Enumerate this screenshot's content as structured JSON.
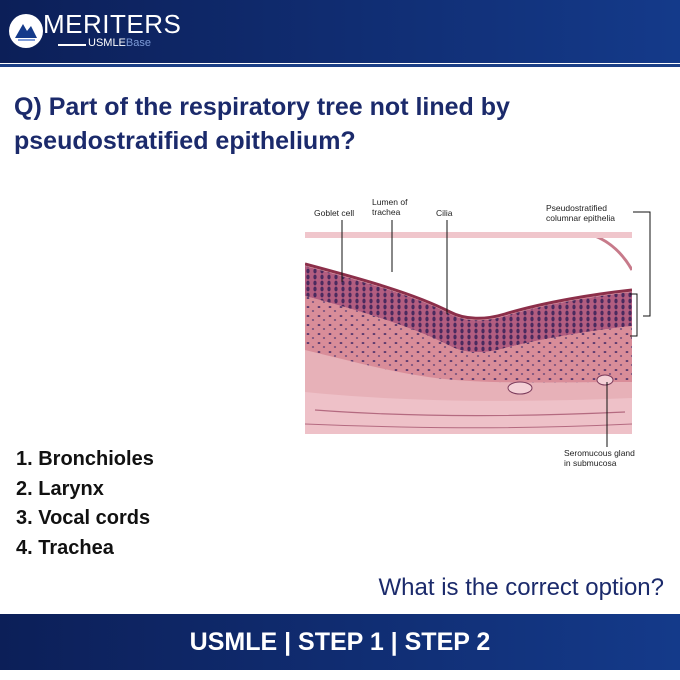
{
  "header": {
    "brand": "MERITERS",
    "sub_brand_main": "USMLE",
    "sub_brand_accent": "Base"
  },
  "question": {
    "text": "Q) Part of the respiratory tree not lined by pseudostratified epithelium?"
  },
  "figure": {
    "labels": {
      "goblet_cell": "Goblet cell",
      "lumen_line1": "Lumen of",
      "lumen_line2": "trachea",
      "cilia": "Cilia",
      "pseudo_line1": "Pseudostratified",
      "pseudo_line2": "columnar epithelia",
      "gland_line1": "Seromucous gland",
      "gland_line2": "in submucosa"
    }
  },
  "options": [
    "1. Bronchioles",
    "2. Larynx",
    "3. Vocal cords",
    "4. Trachea"
  ],
  "prompt": "What is the correct option?",
  "footer": {
    "text": "USMLE | STEP 1 | STEP 2"
  },
  "colors": {
    "header_navy": "#0c1f58",
    "question_text": "#1b2a6b",
    "tissue_pink": "#d98d99",
    "nuclei_purple": "#4a2a5e"
  }
}
